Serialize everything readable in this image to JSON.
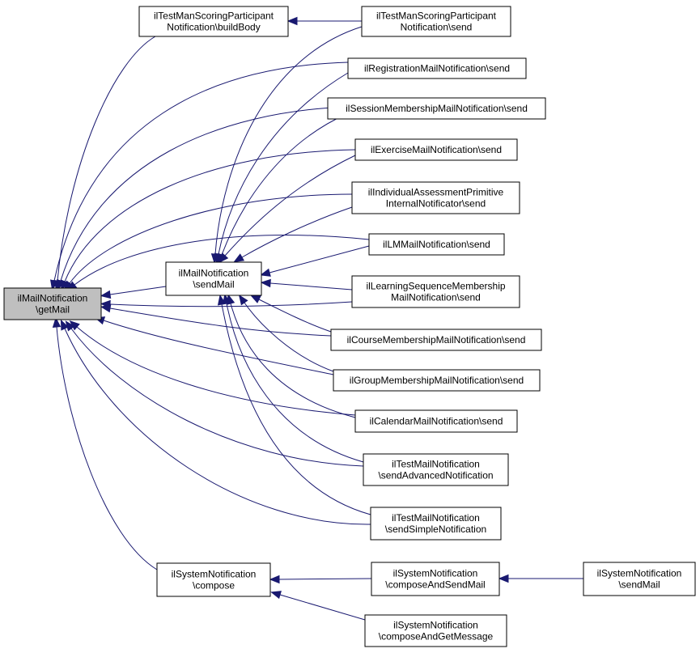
{
  "diagram": {
    "nodes": [
      {
        "id": "getMail",
        "lines": [
          "ilMailNotification",
          "\\getMail"
        ],
        "focus": true
      },
      {
        "id": "buildBody",
        "lines": [
          "ilTestManScoringParticipant",
          "Notification\\buildBody"
        ]
      },
      {
        "id": "sendMailMN",
        "lines": [
          "ilMailNotification",
          "\\sendMail"
        ]
      },
      {
        "id": "compose",
        "lines": [
          "ilSystemNotification",
          "\\compose"
        ]
      },
      {
        "id": "tmsSend",
        "lines": [
          "ilTestManScoringParticipant",
          "Notification\\send"
        ]
      },
      {
        "id": "regSend",
        "lines": [
          "ilRegistrationMailNotification\\send"
        ]
      },
      {
        "id": "sessSend",
        "lines": [
          "ilSessionMembershipMailNotification\\send"
        ]
      },
      {
        "id": "exSend",
        "lines": [
          "ilExerciseMailNotification\\send"
        ]
      },
      {
        "id": "iaSend",
        "lines": [
          "ilIndividualAssessmentPrimitive",
          "InternalNotificator\\send"
        ]
      },
      {
        "id": "lmSend",
        "lines": [
          "ilLMMailNotification\\send"
        ]
      },
      {
        "id": "lsSend",
        "lines": [
          "ilLearningSequenceMembership",
          "MailNotification\\send"
        ]
      },
      {
        "id": "crsSend",
        "lines": [
          "ilCourseMembershipMailNotification\\send"
        ]
      },
      {
        "id": "grpSend",
        "lines": [
          "ilGroupMembershipMailNotification\\send"
        ]
      },
      {
        "id": "calSend",
        "lines": [
          "ilCalendarMailNotification\\send"
        ]
      },
      {
        "id": "tstAdv",
        "lines": [
          "ilTestMailNotification",
          "\\sendAdvancedNotification"
        ]
      },
      {
        "id": "tstSimple",
        "lines": [
          "ilTestMailNotification",
          "\\sendSimpleNotification"
        ]
      },
      {
        "id": "composeSend",
        "lines": [
          "ilSystemNotification",
          "\\composeAndSendMail"
        ]
      },
      {
        "id": "composeGet",
        "lines": [
          "ilSystemNotification",
          "\\composeAndGetMessage"
        ]
      },
      {
        "id": "sysSendMail",
        "lines": [
          "ilSystemNotification",
          "\\sendMail"
        ]
      }
    ],
    "edges": [
      {
        "from": "buildBody",
        "to": "getMail"
      },
      {
        "from": "sendMailMN",
        "to": "getMail"
      },
      {
        "from": "compose",
        "to": "getMail"
      },
      {
        "from": "tmsSend",
        "to": "buildBody"
      },
      {
        "from": "tmsSend",
        "to": "sendMailMN"
      },
      {
        "from": "regSend",
        "to": "getMail"
      },
      {
        "from": "regSend",
        "to": "sendMailMN"
      },
      {
        "from": "sessSend",
        "to": "getMail"
      },
      {
        "from": "sessSend",
        "to": "sendMailMN"
      },
      {
        "from": "exSend",
        "to": "getMail"
      },
      {
        "from": "exSend",
        "to": "sendMailMN"
      },
      {
        "from": "iaSend",
        "to": "getMail"
      },
      {
        "from": "iaSend",
        "to": "sendMailMN"
      },
      {
        "from": "lmSend",
        "to": "getMail"
      },
      {
        "from": "lmSend",
        "to": "sendMailMN"
      },
      {
        "from": "lsSend",
        "to": "getMail"
      },
      {
        "from": "lsSend",
        "to": "sendMailMN"
      },
      {
        "from": "crsSend",
        "to": "getMail"
      },
      {
        "from": "crsSend",
        "to": "sendMailMN"
      },
      {
        "from": "grpSend",
        "to": "getMail"
      },
      {
        "from": "grpSend",
        "to": "sendMailMN"
      },
      {
        "from": "calSend",
        "to": "getMail"
      },
      {
        "from": "calSend",
        "to": "sendMailMN"
      },
      {
        "from": "tstAdv",
        "to": "getMail"
      },
      {
        "from": "tstAdv",
        "to": "sendMailMN"
      },
      {
        "from": "tstSimple",
        "to": "getMail"
      },
      {
        "from": "tstSimple",
        "to": "sendMailMN"
      },
      {
        "from": "composeSend",
        "to": "compose"
      },
      {
        "from": "composeGet",
        "to": "compose"
      },
      {
        "from": "sysSendMail",
        "to": "composeSend"
      }
    ],
    "colors": {
      "edge": "#191970",
      "node_border": "#000000",
      "focus_fill": "#bfbfbf"
    }
  }
}
